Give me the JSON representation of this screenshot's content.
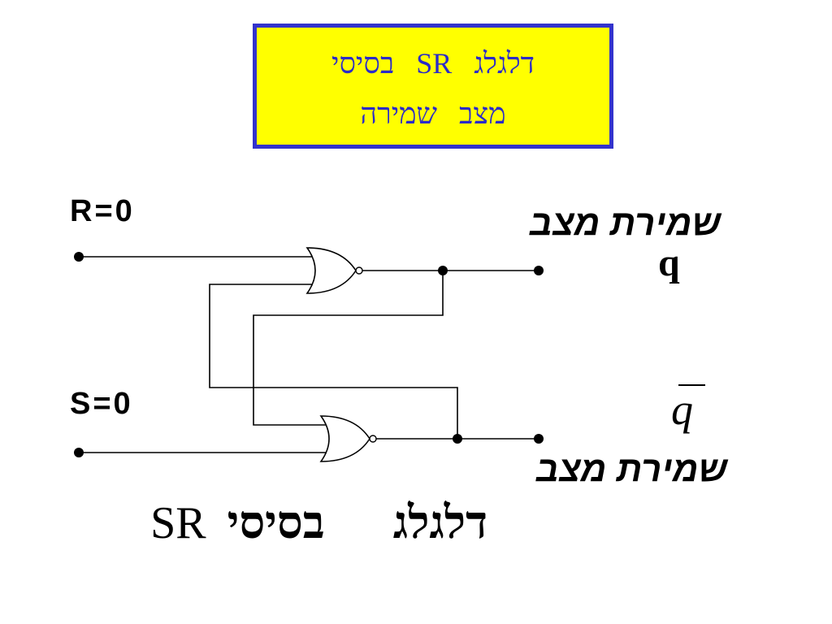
{
  "colors": {
    "background": "#FFFFFF",
    "title_box_fill": "#FFFF00",
    "title_box_border": "#3333CC",
    "title_text": "#2B2BC8",
    "wire": "#000000"
  },
  "title_box": {
    "line1": "דלגלג SR בסיסי",
    "line2": "מצב שמירה"
  },
  "inputs": {
    "r_label": "R=0",
    "s_label": "S=0"
  },
  "outputs": {
    "q_note": "שמירת מצב",
    "q_symbol": "q",
    "q_bar_symbol": "q",
    "q_bar_note": "שמירת מצב"
  },
  "caption": {
    "hebrew": "דלגלג בסיסי",
    "latin": "SR"
  }
}
